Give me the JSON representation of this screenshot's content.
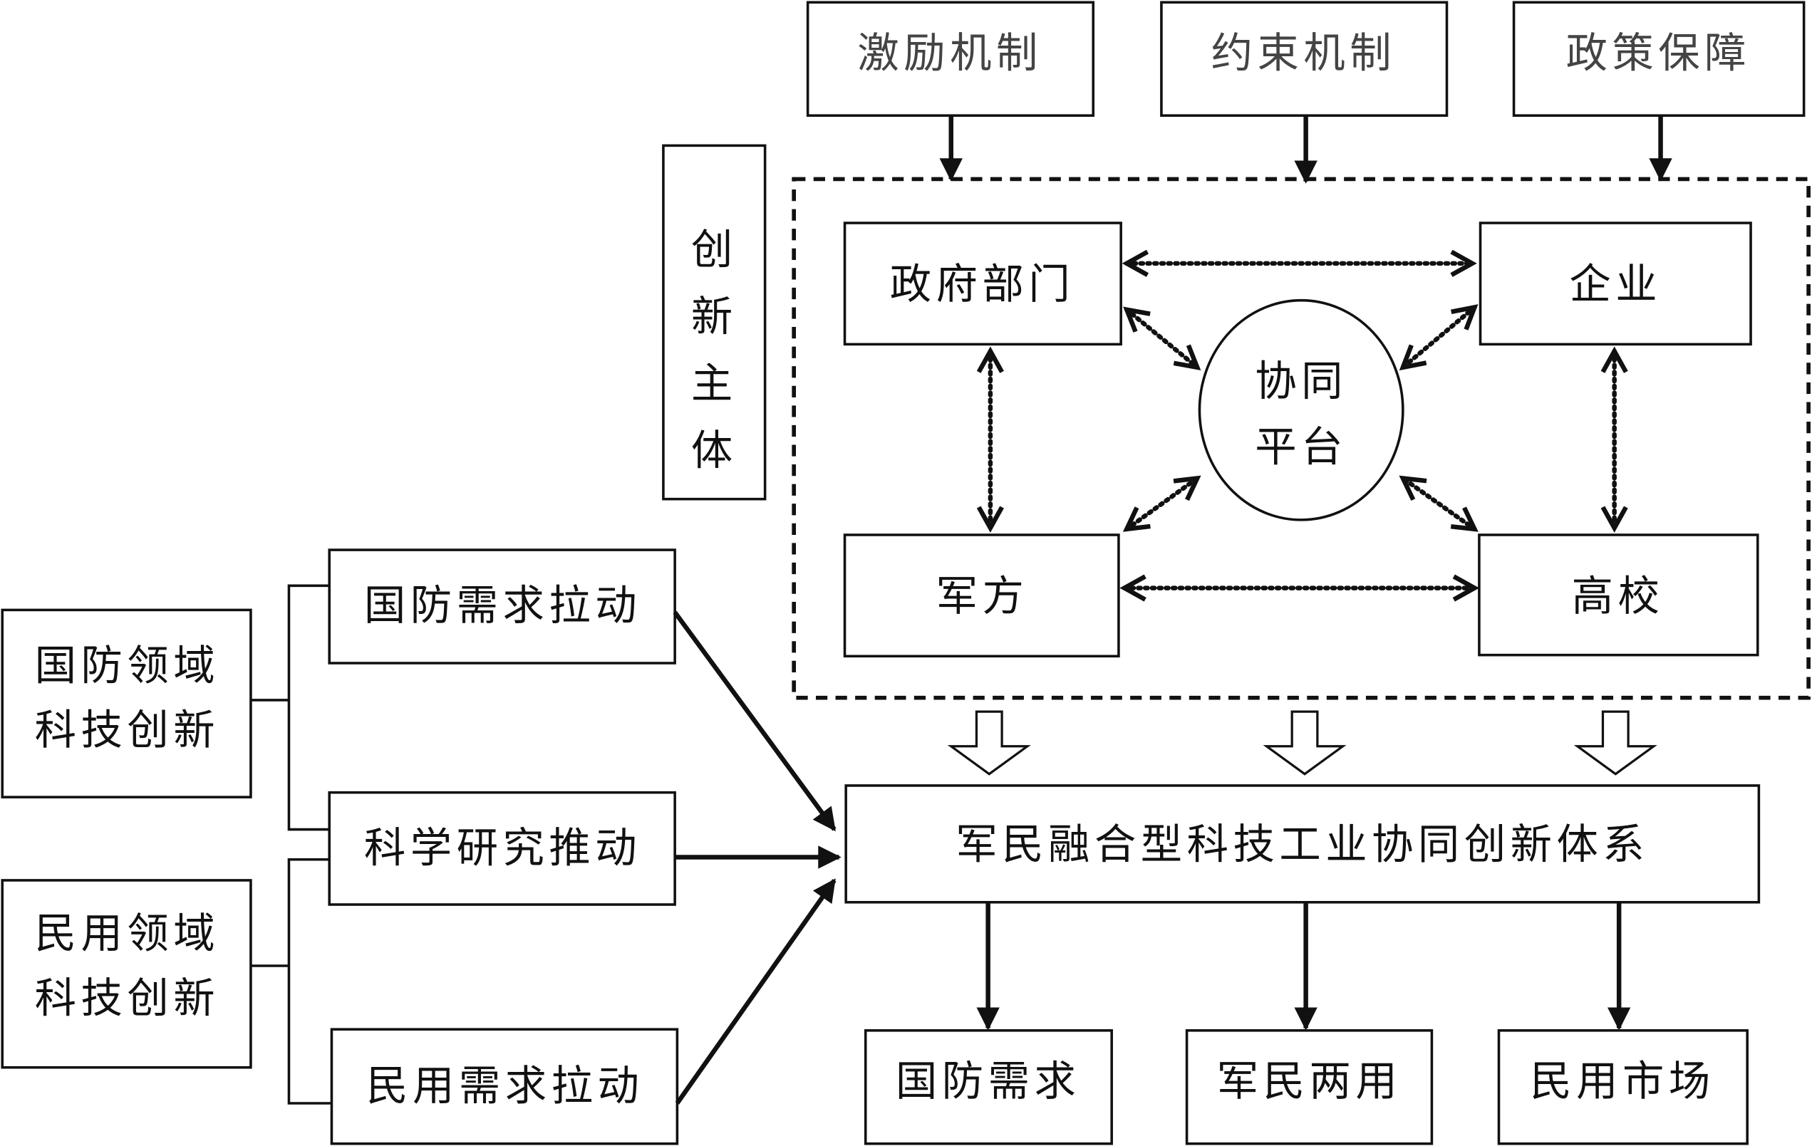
{
  "top_boxes": [
    "激励机制",
    "约束机制",
    "政策保障"
  ],
  "innovation_subject_label": [
    "创",
    "新",
    "主",
    "体"
  ],
  "actors": {
    "government": "政府部门",
    "enterprise": "企业",
    "military": "军方",
    "university": "高校"
  },
  "platform": [
    "协同",
    "平台"
  ],
  "core_system": "军民融合型科技工业协同创新体系",
  "outputs": [
    "国防需求",
    "军民两用",
    "民用市场"
  ],
  "domains": {
    "defense": [
      "国防领域",
      "科技创新"
    ],
    "civil": [
      "民用领域",
      "科技创新"
    ]
  },
  "drivers": [
    "国防需求拉动",
    "科学研究推动",
    "民用需求拉动"
  ]
}
